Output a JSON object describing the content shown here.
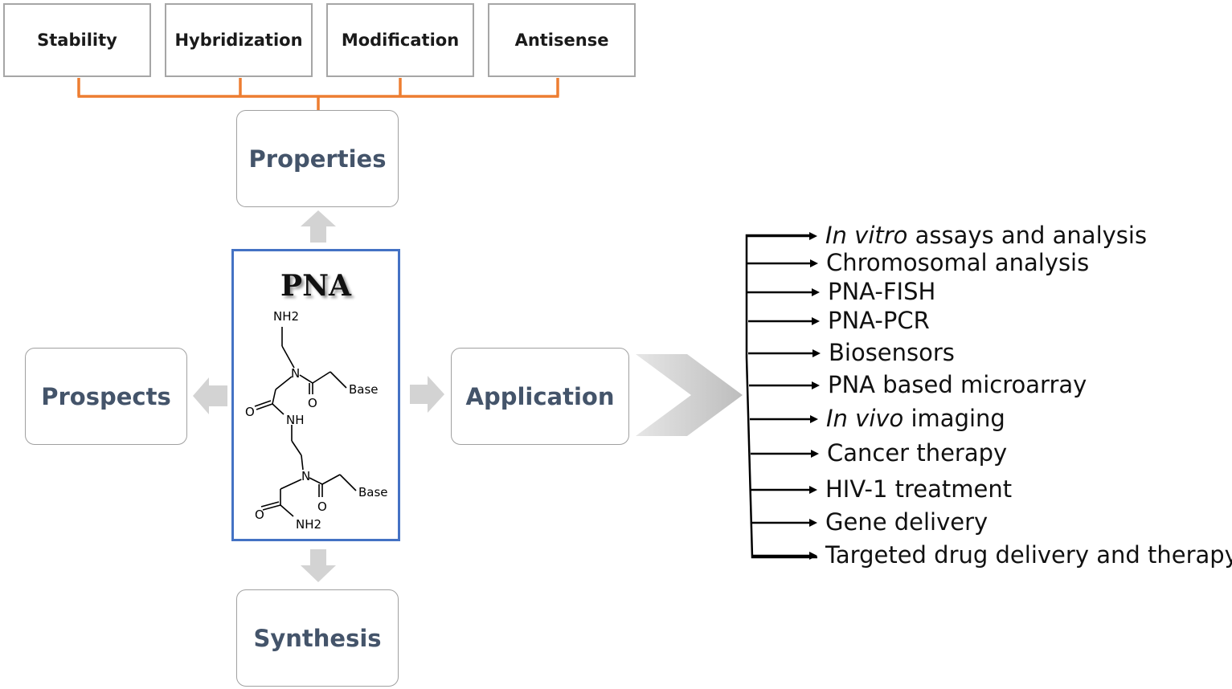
{
  "properties_list": [
    {
      "label": "Stability"
    },
    {
      "label": "Hybridization"
    },
    {
      "label": "Modification"
    },
    {
      "label": "Antisense"
    }
  ],
  "nodes": {
    "properties": "Properties",
    "prospects": "Prospects",
    "application": "Application",
    "synthesis": "Synthesis"
  },
  "center": {
    "title": "PNA",
    "structure_labels": {
      "nh2_top": "NH2",
      "n_upper": "N",
      "o_upper": "O",
      "base_upper": "Base",
      "o_left": "O",
      "nh_mid": "NH",
      "n_lower": "N",
      "o_lower": "O",
      "base_lower": "Base",
      "o_bottom_left": "O",
      "nh2_bottom": "NH2"
    }
  },
  "applications": [
    {
      "italic": "In vitro",
      "rest": " assays and analysis"
    },
    {
      "italic": "",
      "rest": "Chromosomal analysis"
    },
    {
      "italic": "",
      "rest": "PNA-FISH"
    },
    {
      "italic": "",
      "rest": "PNA-PCR"
    },
    {
      "italic": "",
      "rest": "Biosensors"
    },
    {
      "italic": "",
      "rest": "PNA based microarray"
    },
    {
      "italic": "In vivo",
      "rest": " imaging"
    },
    {
      "italic": "",
      "rest": "Cancer therapy"
    },
    {
      "italic": "",
      "rest": "HIV-1 treatment"
    },
    {
      "italic": "",
      "rest": "Gene delivery"
    },
    {
      "italic": "",
      "rest": "Targeted drug delivery and therapy"
    }
  ],
  "colors": {
    "connector": "#ed7d31",
    "center_border": "#4472c4",
    "node_text": "#44546a",
    "arrow_fill": "#d0d0d0"
  }
}
